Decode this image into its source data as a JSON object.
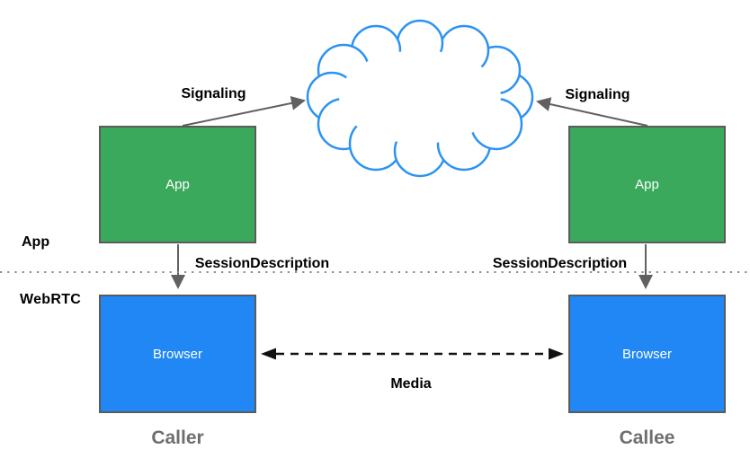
{
  "layers": {
    "top_label": "App",
    "bottom_label": "WebRTC"
  },
  "nodes": {
    "caller_app": {
      "label": "App"
    },
    "callee_app": {
      "label": "App"
    },
    "caller_browser": {
      "label": "Browser"
    },
    "callee_browser": {
      "label": "Browser"
    },
    "cloud_icon": "signaling-cloud"
  },
  "edges": {
    "signaling_left": "Signaling",
    "signaling_right": "Signaling",
    "session_left": "SessionDescription",
    "session_right": "SessionDescription",
    "media": "Media"
  },
  "captions": {
    "caller": "Caller",
    "callee": "Callee"
  },
  "colors": {
    "app_green": "#3aa95c",
    "browser_blue": "#2187f5",
    "cloud_stroke": "#2b93f3",
    "arrow_gray": "#616161",
    "media_black": "#111111",
    "divider_gray": "#8c8c8c",
    "caption_gray": "#6e6e6e",
    "box_border": "#5b5b5b",
    "box_text": "#ffffff",
    "label_black": "#000000"
  }
}
